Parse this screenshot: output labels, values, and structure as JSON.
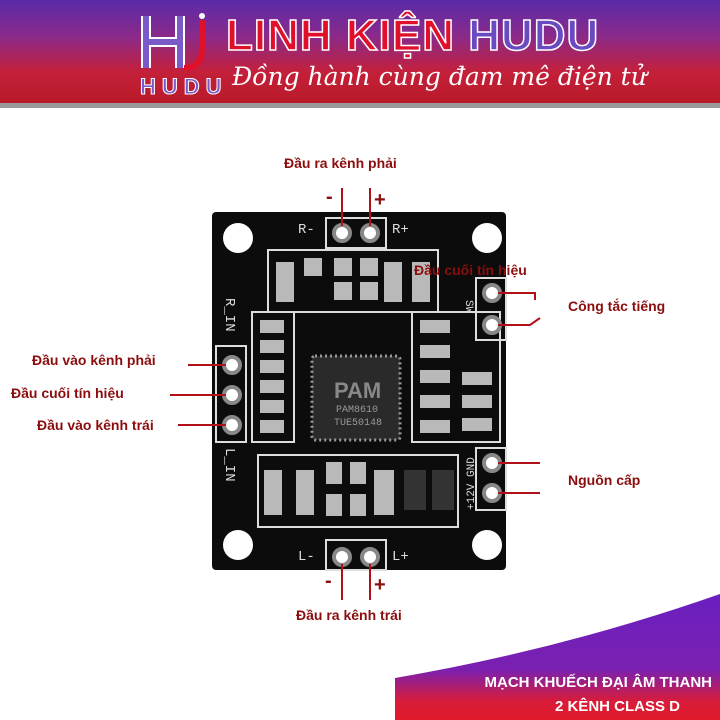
{
  "header": {
    "logo_text": "HUDU",
    "brand_part1": "LINH KIỆN",
    "brand_part2": "HUDU",
    "slogan": "Đồng hành cùng đam mê điện tử"
  },
  "annotations": {
    "right_output": "Đầu ra kênh phải",
    "left_output": "Đầu ra kênh trái",
    "right_input": "Đầu vào kênh phải",
    "signal_ground_left": "Đầu cuối tín hiệu",
    "left_input": "Đầu vào kênh trái",
    "signal_ground_top": "Đầu cuối tín hiệu",
    "mute_switch": "Công tắc tiếng",
    "power": "Nguồn cấp",
    "minus": "-",
    "plus": "+"
  },
  "board": {
    "silk_r_minus": "R-",
    "silk_r_plus": "R+",
    "silk_l_minus": "L-",
    "silk_l_plus": "L+",
    "silk_r_in": "R_IN",
    "silk_l_in": "L_IN",
    "silk_sw": "SW",
    "silk_power": "+12V GND",
    "chip_logo": "PAM",
    "chip_model": "PAM8610",
    "chip_code": "TUE50148"
  },
  "caption": {
    "line1": "MẠCH KHUẾCH ĐẠI ÂM THANH",
    "line2": "2 KÊNH CLASS D"
  },
  "colors": {
    "label": "#8b0d0d",
    "leader_line": "#b0101a",
    "banner_top": "#5a2aa8",
    "banner_bottom": "#c4203a",
    "board": "#0c0c0c"
  }
}
